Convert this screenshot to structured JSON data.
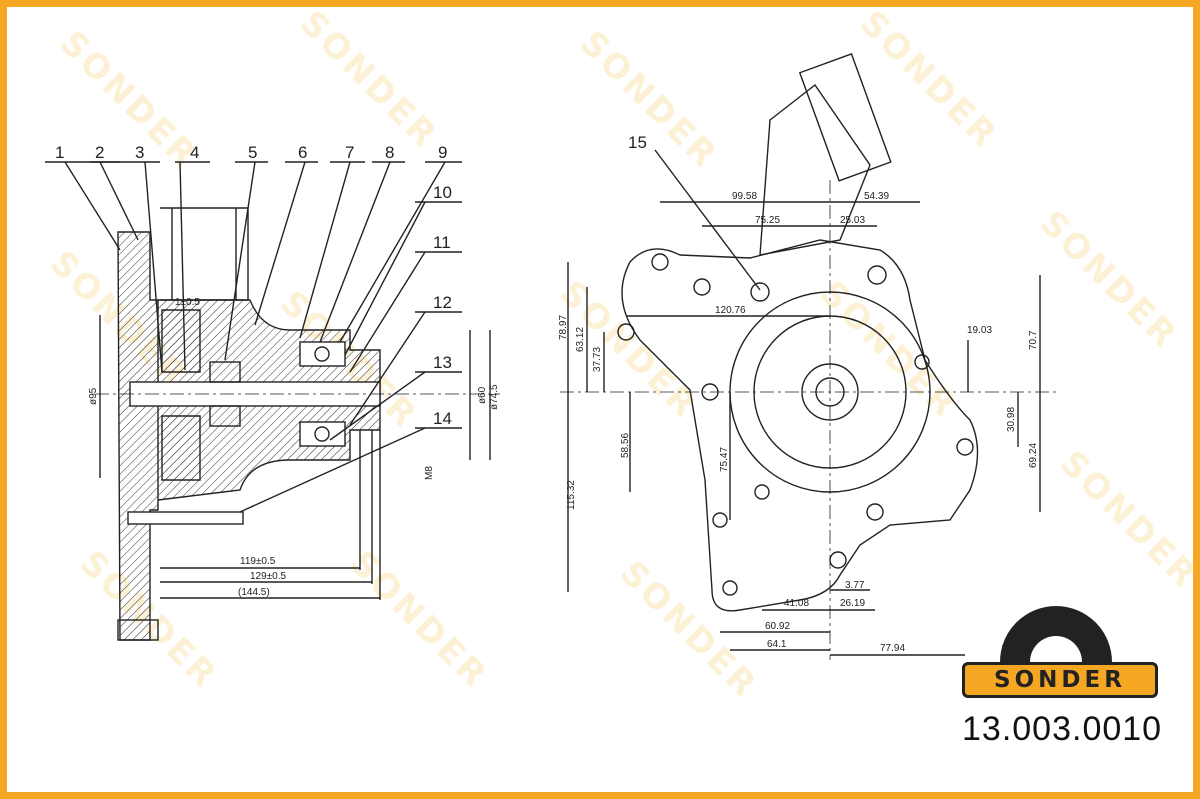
{
  "brand": {
    "logo_text": "SONDER",
    "watermark_text": "SONDER",
    "part_number": "13.003.0010",
    "accent_color": "#f5a623",
    "icon": "sonder-gear-logo-icon"
  },
  "callouts": [
    "1",
    "2",
    "3",
    "4",
    "5",
    "6",
    "7",
    "8",
    "9",
    "10",
    "11",
    "12",
    "13",
    "14",
    "15"
  ],
  "section_dims": {
    "gap": "1±0.5",
    "d95": "ø95",
    "d60": "ø60",
    "d74": "ø74.5",
    "l119": "119±0.5",
    "l129": "129±0.5",
    "l144": "(144.5)",
    "m8": "M8"
  },
  "plan_dims": {
    "d99": "99.58",
    "d75": "75.25",
    "d25": "25.03",
    "d54": "54.39",
    "d120": "120.76",
    "d78": "78.97",
    "d63": "63.12",
    "d37": "37.73",
    "d19": "19.03",
    "d70": "70.7",
    "d30": "30.98",
    "d58": "58.56",
    "d75b": "75.47",
    "d115": "115.32",
    "d69": "69.24",
    "d3": "3.77",
    "d41": "41.08",
    "d26": "26.19",
    "d60": "60.92",
    "d64": "64.1",
    "d77": "77.94"
  }
}
